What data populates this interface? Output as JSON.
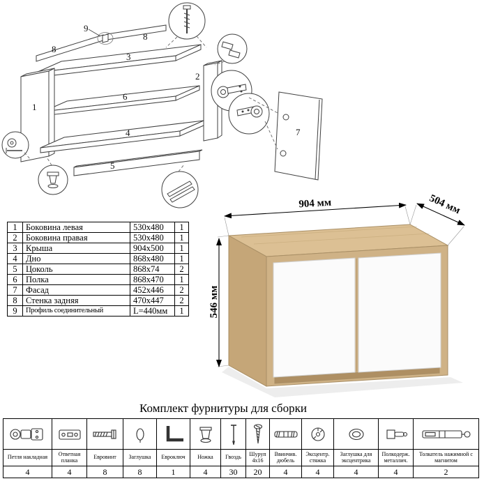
{
  "diagram": {
    "part_labels": [
      "9",
      "8",
      "8",
      "3",
      "2",
      "1",
      "6",
      "4",
      "5",
      "7"
    ]
  },
  "render": {
    "dim_width": "904 мм",
    "dim_depth": "504 мм",
    "dim_height": "546 мм"
  },
  "colors": {
    "wood_top": "#dcc094",
    "wood_front": "#cfb286",
    "wood_side": "#c5a678",
    "plinth": "#ae8f63",
    "door": "#fbfbfb",
    "line": "#3f3f3f"
  },
  "parts_table": {
    "rows": [
      {
        "num": "1",
        "name": "Боковина левая",
        "size": "530x480",
        "qty": "1"
      },
      {
        "num": "2",
        "name": "Боковина правая",
        "size": "530x480",
        "qty": "1"
      },
      {
        "num": "3",
        "name": "Крыша",
        "size": "904x500",
        "qty": "1"
      },
      {
        "num": "4",
        "name": "Дно",
        "size": "868x480",
        "qty": "1"
      },
      {
        "num": "5",
        "name": "Цоколь",
        "size": "868x74",
        "qty": "2"
      },
      {
        "num": "6",
        "name": "Полка",
        "size": "868x470",
        "qty": "1"
      },
      {
        "num": "7",
        "name": "Фасад",
        "size": "452x446",
        "qty": "2"
      },
      {
        "num": "8",
        "name": "Стенка задняя",
        "size": "470x447",
        "qty": "2"
      },
      {
        "num": "9",
        "name": "Профиль соединительный",
        "size": "L=440мм",
        "qty": "1"
      }
    ]
  },
  "hardware": {
    "title": "Комплект фурнитуры для сборки",
    "items": [
      {
        "name": "Петля накладная",
        "qty": "4"
      },
      {
        "name": "Ответная планка",
        "qty": "4"
      },
      {
        "name": "Евровинт",
        "qty": "8"
      },
      {
        "name": "Заглушка",
        "qty": "8"
      },
      {
        "name": "Евроключ",
        "qty": "1"
      },
      {
        "name": "Ножка",
        "qty": "4"
      },
      {
        "name": "Гвоздь",
        "qty": "30"
      },
      {
        "name": "Шуруп 4х16",
        "qty": "20"
      },
      {
        "name": "Ввинчив. дюбель",
        "qty": "4"
      },
      {
        "name": "Эксцентр. стяжка",
        "qty": "4"
      },
      {
        "name": "Заглушка для эксцентрика",
        "qty": "4"
      },
      {
        "name": "Полкодерж. металлич.",
        "qty": "4"
      },
      {
        "name": "Толкатель нажимной с магнитом",
        "qty": "2"
      }
    ]
  }
}
